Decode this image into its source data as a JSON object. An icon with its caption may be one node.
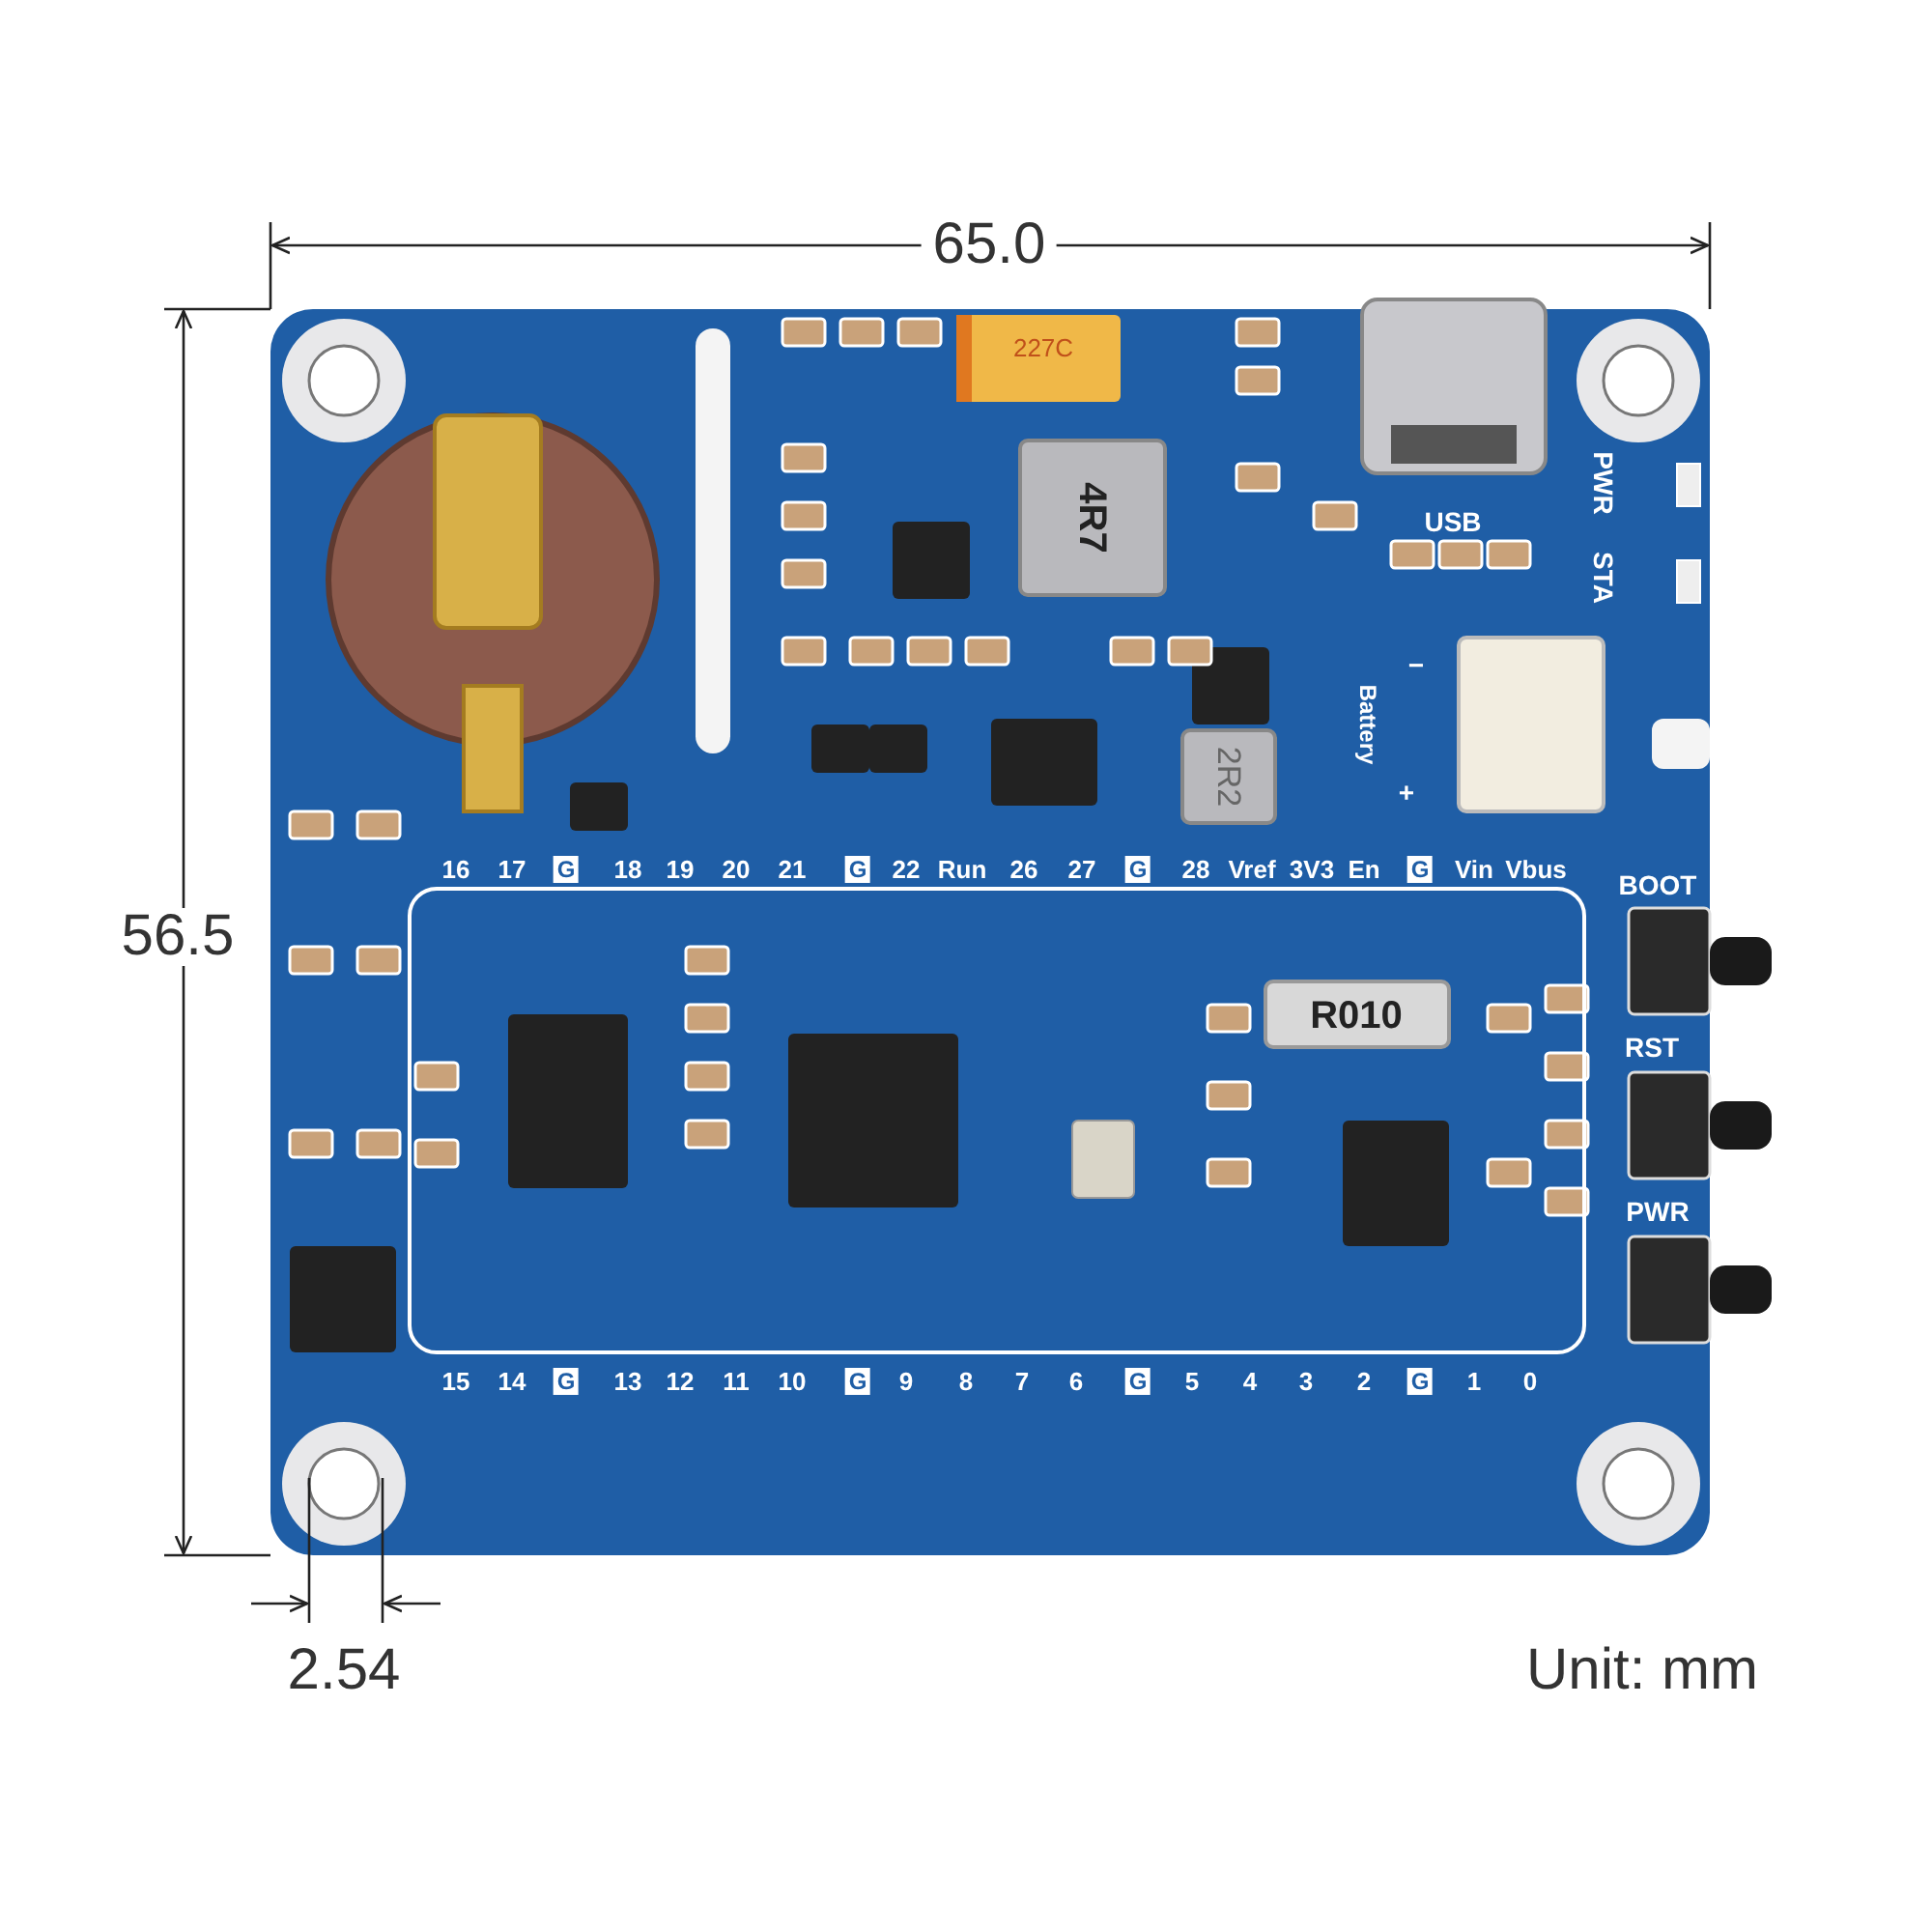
{
  "diagram": {
    "labels": [
      "65.0",
      "227C",
      "4R7",
      "USB",
      "PWR",
      "STA",
      "Battery",
      "−",
      "+",
      "2R2",
      "56.5",
      "16",
      "17",
      "G",
      "18",
      "19",
      "20",
      "21",
      "G",
      "22",
      "Run",
      "26",
      "27",
      "G",
      "28",
      "Vref",
      "3V3",
      "En",
      "G",
      "Vin",
      "Vbus",
      "BOOT",
      "R010",
      "RST",
      "PWR",
      "15",
      "14",
      "G",
      "13",
      "12",
      "11",
      "10",
      "G",
      "9",
      "8",
      "7",
      "6",
      "G",
      "5",
      "4",
      "3",
      "2",
      "G",
      "1",
      "0",
      "2.54",
      "Unit: mm"
    ]
  }
}
